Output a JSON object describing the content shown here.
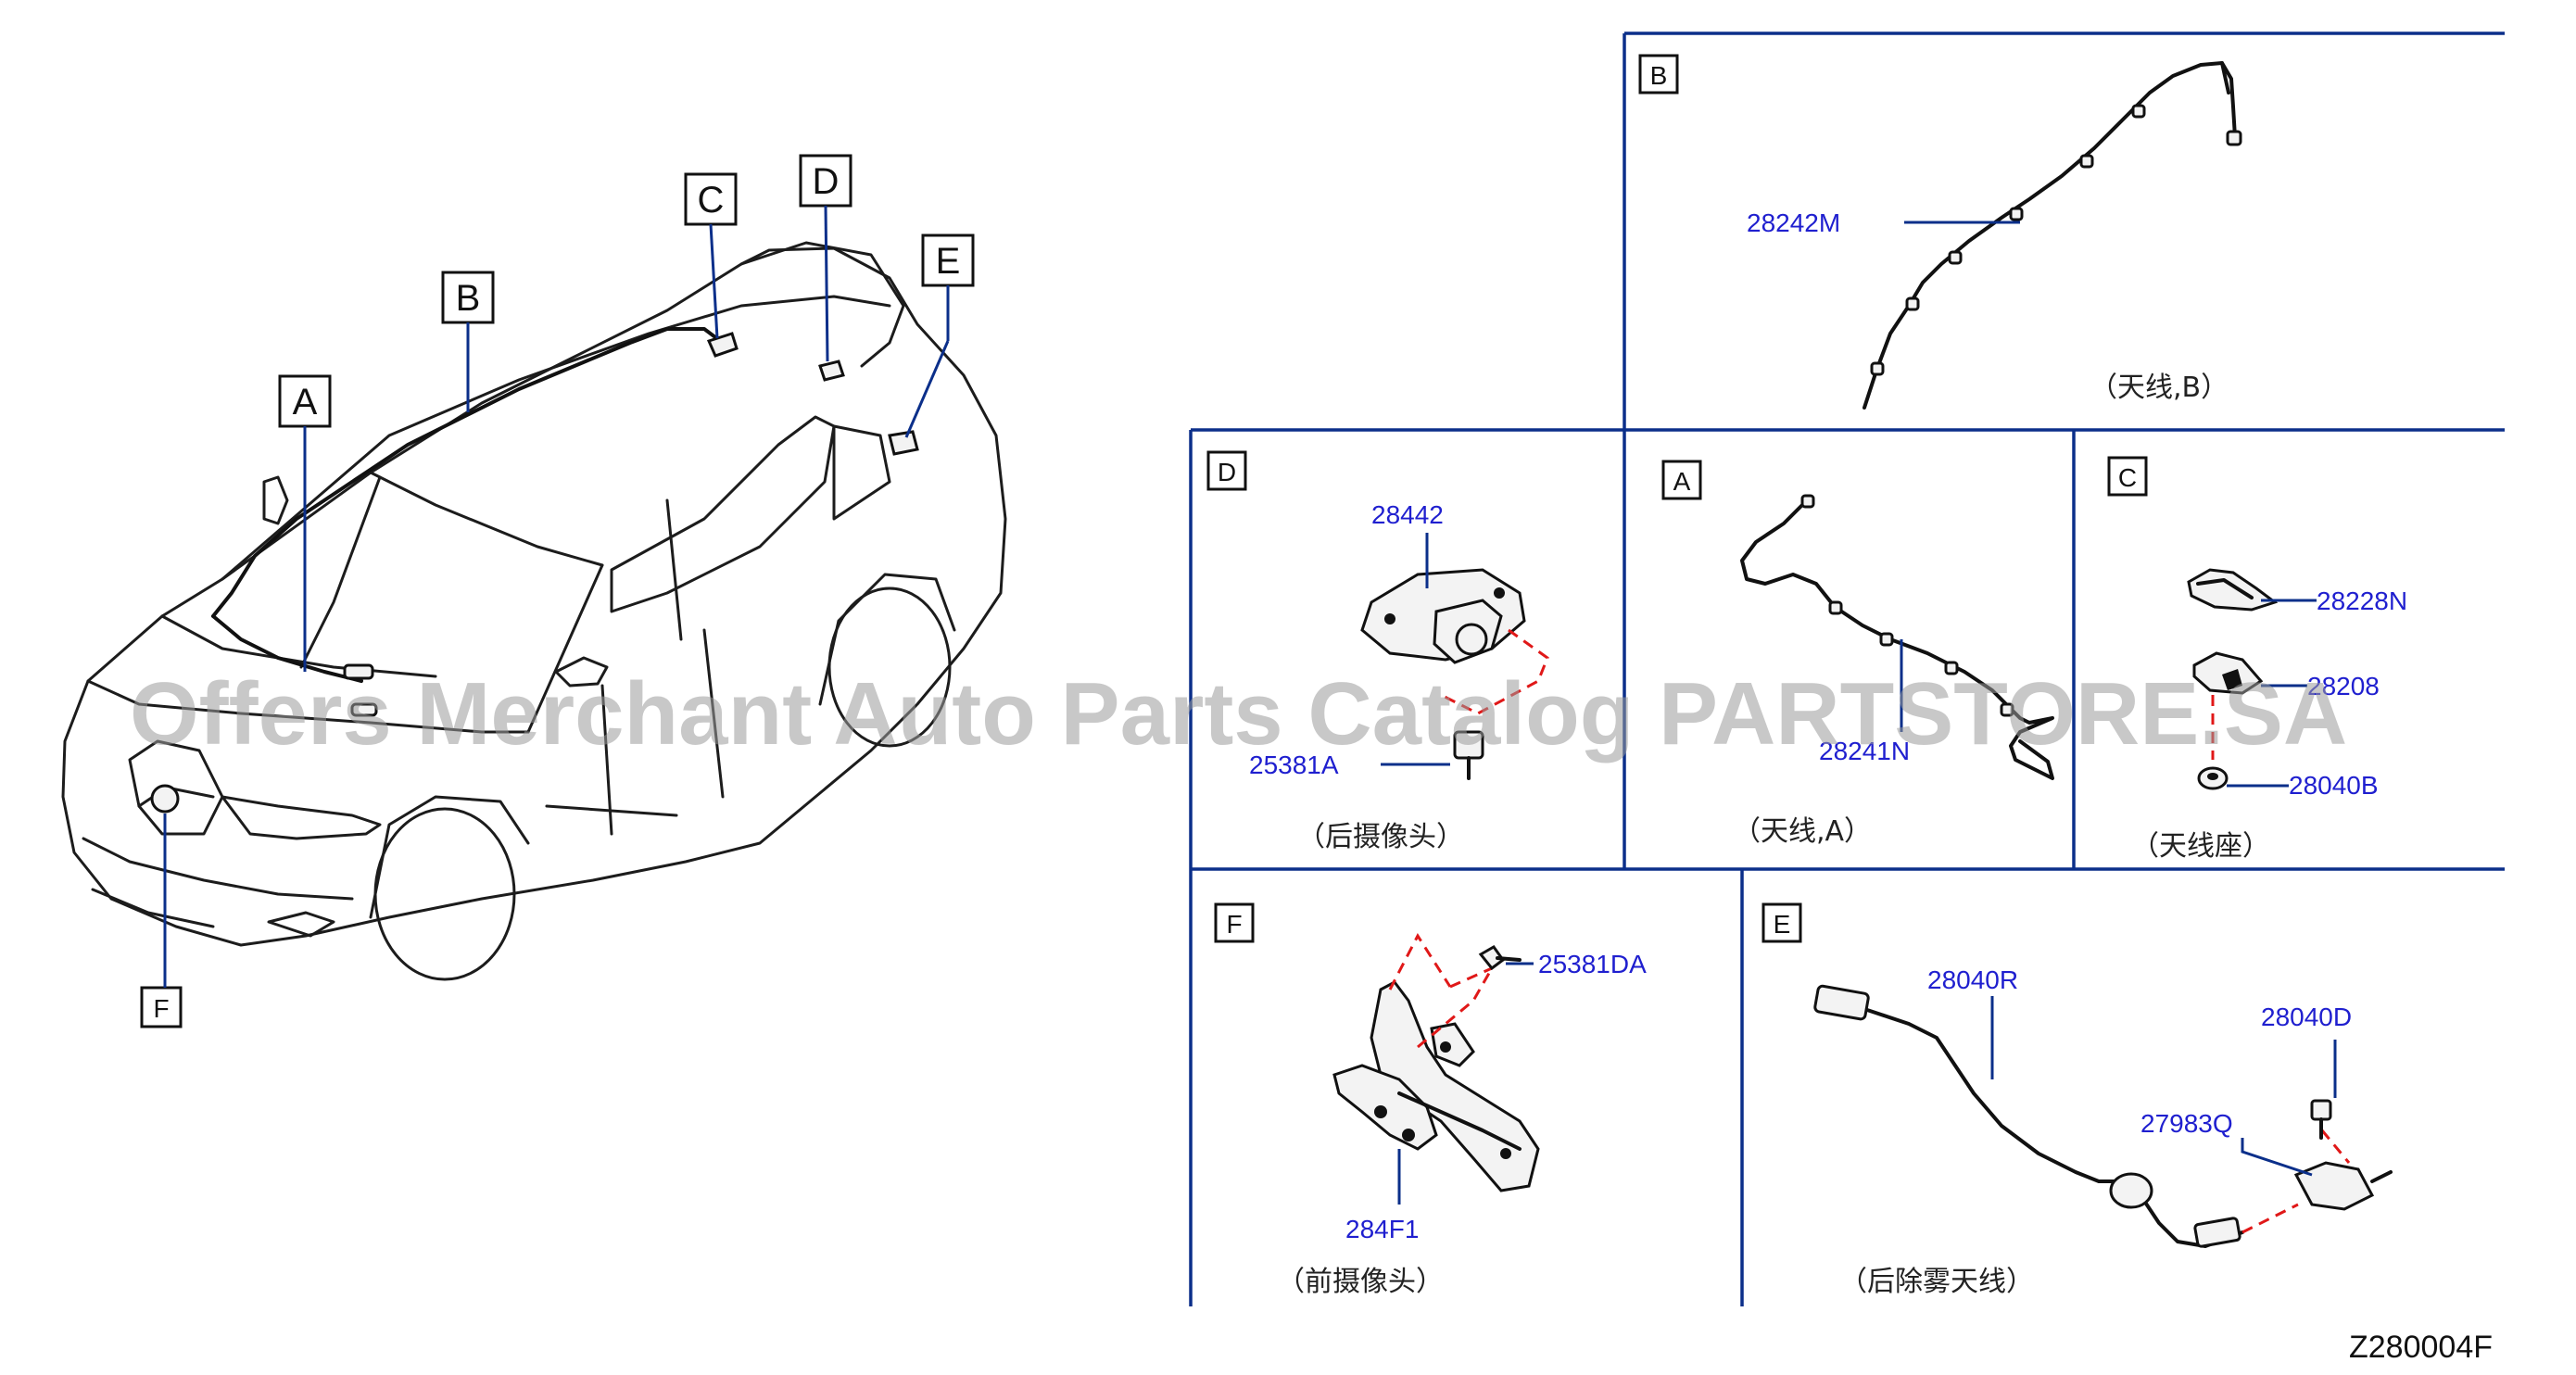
{
  "watermark": "Offers Merchant Auto Parts Catalog PARTSTORE.SA",
  "diagram_code": "Z280004F",
  "callouts": {
    "a": "A",
    "b": "B",
    "c": "C",
    "d": "D",
    "e": "E",
    "f": "F"
  },
  "panels": {
    "b": {
      "label": "B",
      "caption": "（天线,B）",
      "parts": [
        "28242M"
      ]
    },
    "d": {
      "label": "D",
      "caption": "（后摄像头）",
      "parts": [
        "28442",
        "25381A"
      ]
    },
    "a": {
      "label": "A",
      "caption": "（天线,A）",
      "parts": [
        "28241N"
      ]
    },
    "c": {
      "label": "C",
      "caption": "（天线座）",
      "parts": [
        "28228N",
        "28208",
        "28040B"
      ]
    },
    "f": {
      "label": "F",
      "caption": "（前摄像头）",
      "parts": [
        "25381DA",
        "284F1"
      ]
    },
    "e": {
      "label": "E",
      "caption": "（后除雾天线）",
      "parts": [
        "28040R",
        "28040D",
        "27983Q"
      ]
    }
  }
}
